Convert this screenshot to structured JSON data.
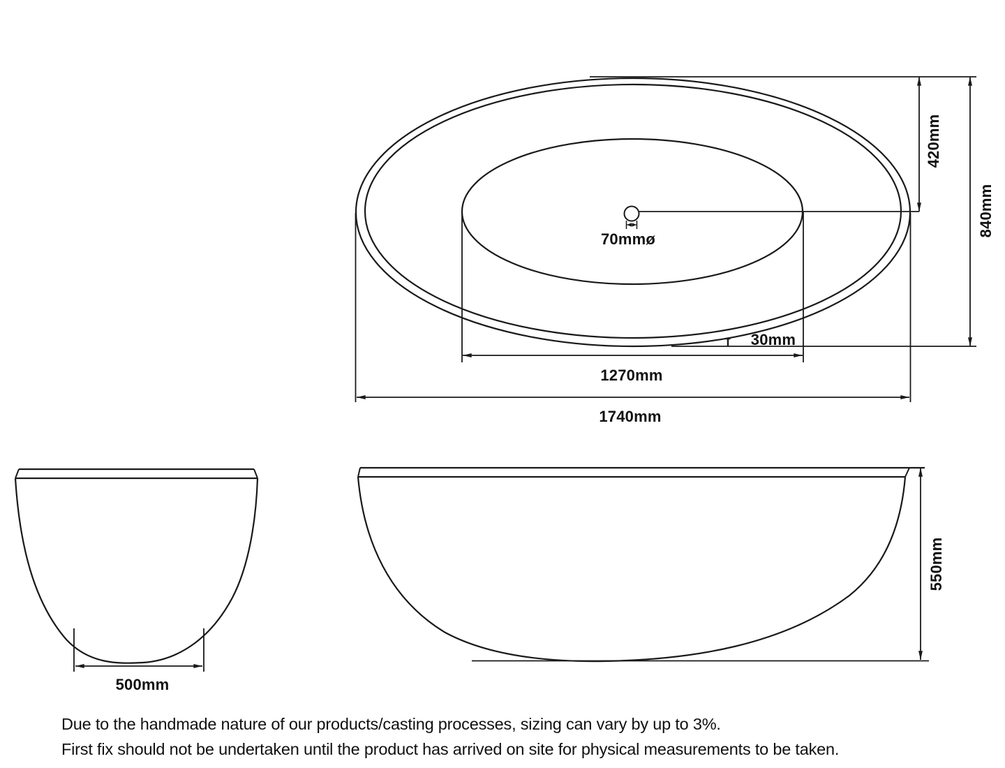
{
  "page": {
    "background": "#ffffff",
    "line_color": "#1a1a1a"
  },
  "top_view": {
    "dim_inner_half_width": "420mm",
    "dim_outer_width": "840mm",
    "drain_diameter": "70mmø",
    "dim_rim_offset": "30mm",
    "dim_inner_length": "1270mm",
    "dim_outer_length": "1740mm"
  },
  "end_view": {
    "dim_base_width": "500mm"
  },
  "side_view": {
    "dim_height": "550mm"
  },
  "notes": {
    "line1": "Due to the handmade nature of our products/casting processes, sizing can vary by up to 3%.",
    "line2": "First fix should not be undertaken until the product has arrived on site for physical measurements to be taken."
  }
}
